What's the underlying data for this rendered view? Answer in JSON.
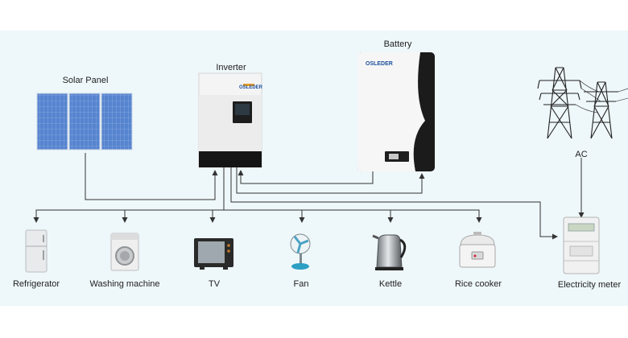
{
  "labels": {
    "solar_panel": "Solar Panel",
    "inverter": "Inverter",
    "battery": "Battery",
    "ac": "AC",
    "refrigerator": "Refrigerator",
    "washing_machine": "Washing machine",
    "tv": "TV",
    "fan": "Fan",
    "kettle": "Kettle",
    "rice_cooker": "Rice cooker",
    "electricity_meter": "Electricity meter"
  },
  "brand": {
    "logo_text": "OSLEDER"
  },
  "colors": {
    "background_panel": "#eef7fa",
    "line": "#333333",
    "solar_cell": "#4f7fc9",
    "inverter_body": "#f4f4f4",
    "battery_black": "#1b1b1b"
  },
  "icons": [
    "solar-panel-icon",
    "inverter-icon",
    "battery-icon",
    "pylon-icon",
    "refrigerator-icon",
    "washing-machine-icon",
    "tv-icon",
    "fan-icon",
    "kettle-icon",
    "rice-cooker-icon",
    "electricity-meter-icon"
  ]
}
